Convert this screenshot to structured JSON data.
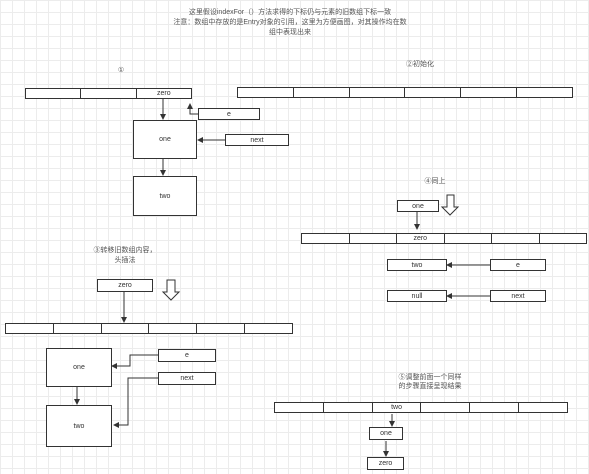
{
  "header": {
    "line1": "这里假设indexFor（）方法求得的下标仍与元素的旧数组下标一致",
    "line2": "注意：数组中存放的是Entry对象的引用，这里为方便画图，对其操作均在数",
    "line3": "组中表现出来"
  },
  "step1": {
    "label": "①",
    "zero": "zero",
    "e": "e",
    "one": "one",
    "next": "next",
    "two": "two"
  },
  "step2": {
    "label": "②初始化"
  },
  "step3": {
    "label_line1": "③转移旧数组内容，",
    "label_line2": "头插法",
    "zero": "zero",
    "e": "e",
    "one": "one",
    "next": "next",
    "two": "two"
  },
  "step4": {
    "label": "④同上",
    "one": "one",
    "zero": "zero",
    "two": "two",
    "e": "e",
    "null": "null",
    "next": "next"
  },
  "step5": {
    "label_line1": "⑤调整前面一个同样",
    "label_line2": "的步骤直接呈现结果",
    "two": "two",
    "one": "one",
    "zero": "zero"
  }
}
